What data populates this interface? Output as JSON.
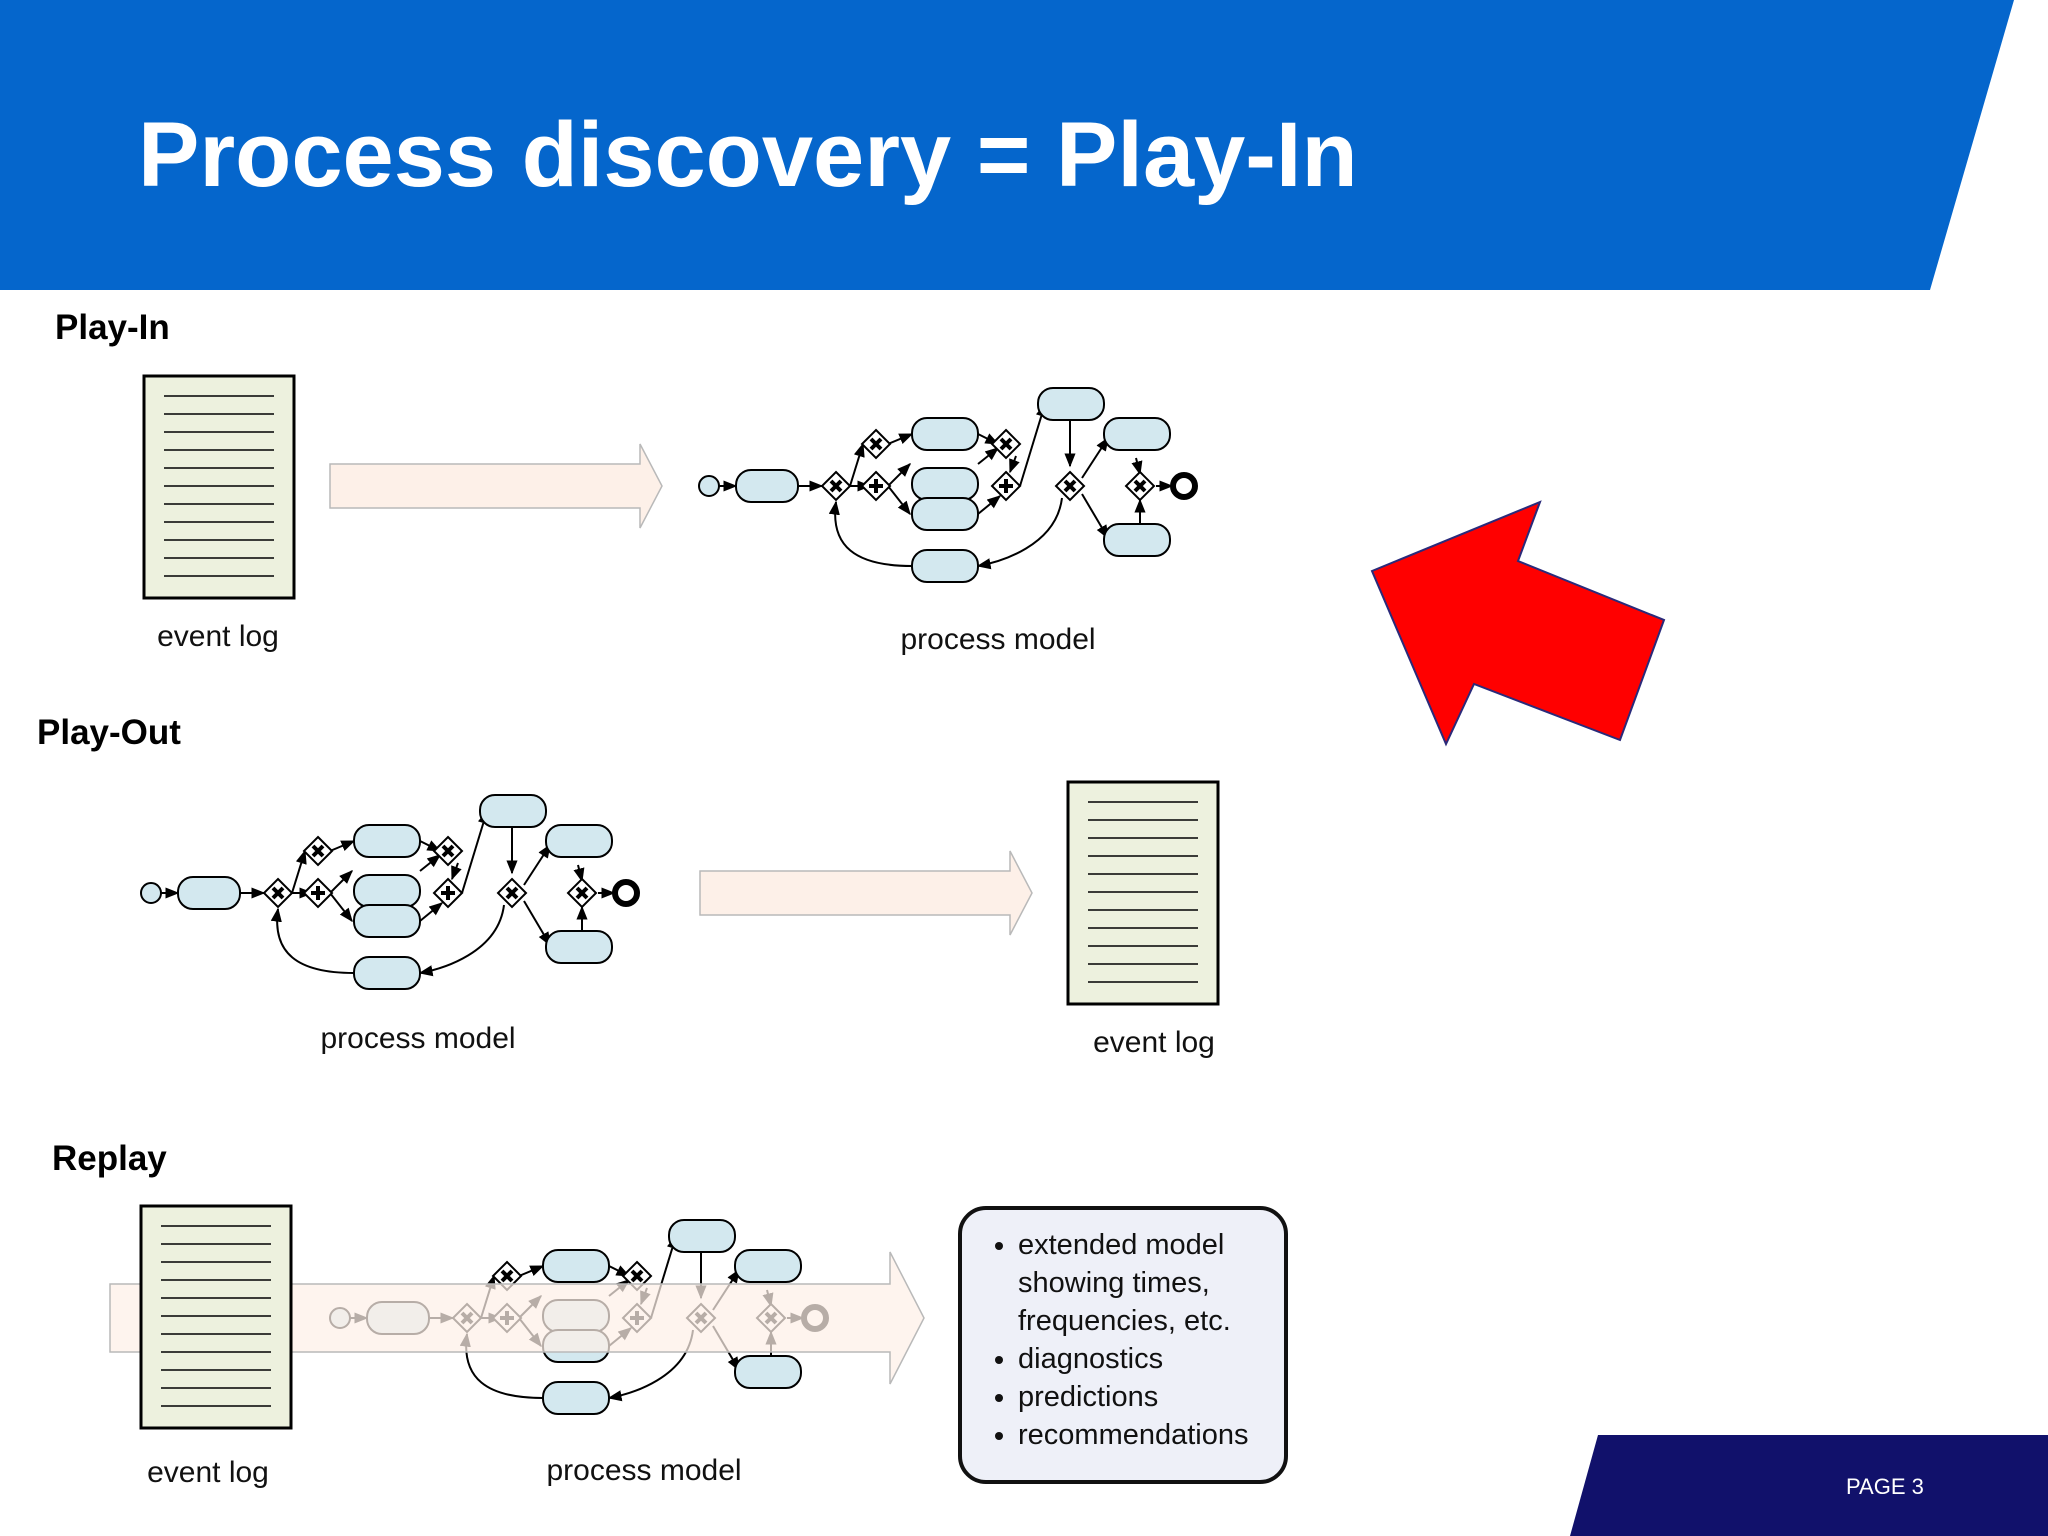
{
  "title": "Process discovery = Play-In",
  "sections": {
    "play_in": {
      "label": "Play-In",
      "source_caption": "event log",
      "target_caption": "process model"
    },
    "play_out": {
      "label": "Play-Out",
      "source_caption": "process model",
      "target_caption": "event log"
    },
    "replay": {
      "label": "Replay",
      "log_caption": "event log",
      "model_caption": "process model",
      "results": [
        "extended model showing times, frequencies, etc.",
        "diagnostics",
        "predictions",
        "recommendations"
      ]
    }
  },
  "footer": {
    "page_label": "PAGE 3"
  },
  "colors": {
    "banner": "#0566cc",
    "footer": "#11116b",
    "highlight_arrow": "#ff0000",
    "activity_fill": "#d3e8ef",
    "log_fill": "#edf1de",
    "flow_arrow_fill": "#fdf0e8"
  },
  "icons": [
    "event-log-document-icon",
    "process-model-diagram",
    "flow-arrow-icon",
    "highlight-arrow-icon"
  ]
}
